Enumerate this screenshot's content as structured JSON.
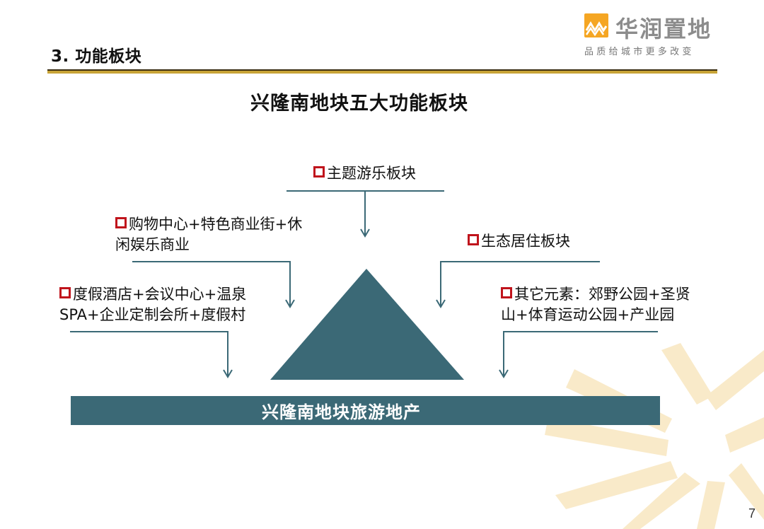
{
  "header": {
    "section_title": "3. 功能板块",
    "logo_name": "华润置地",
    "logo_slogan": "品质给城市更多改变"
  },
  "diagram": {
    "title": "兴隆南地块五大功能板块",
    "base_label": "兴隆南地块旅游地产",
    "items": {
      "top": "主题游乐板块",
      "left_upper_line1": "购物中心+特色商业街+休",
      "left_upper_line2": "闲娱乐商业",
      "right_upper": "生态居住板块",
      "left_lower_line1": "度假酒店+会议中心+温泉",
      "left_lower_line2": "SPA+企业定制会所+度假村",
      "right_lower_line1": "其它元素：郊野公园+圣贤",
      "right_lower_line2": "山+体育运动公园+产业园"
    }
  },
  "footer": {
    "page_number": "7"
  },
  "colors": {
    "teal": "#3b6976",
    "bullet_red": "#c0141c",
    "rule_gold": "#c8a437",
    "logo_orange": "#f5a623"
  }
}
